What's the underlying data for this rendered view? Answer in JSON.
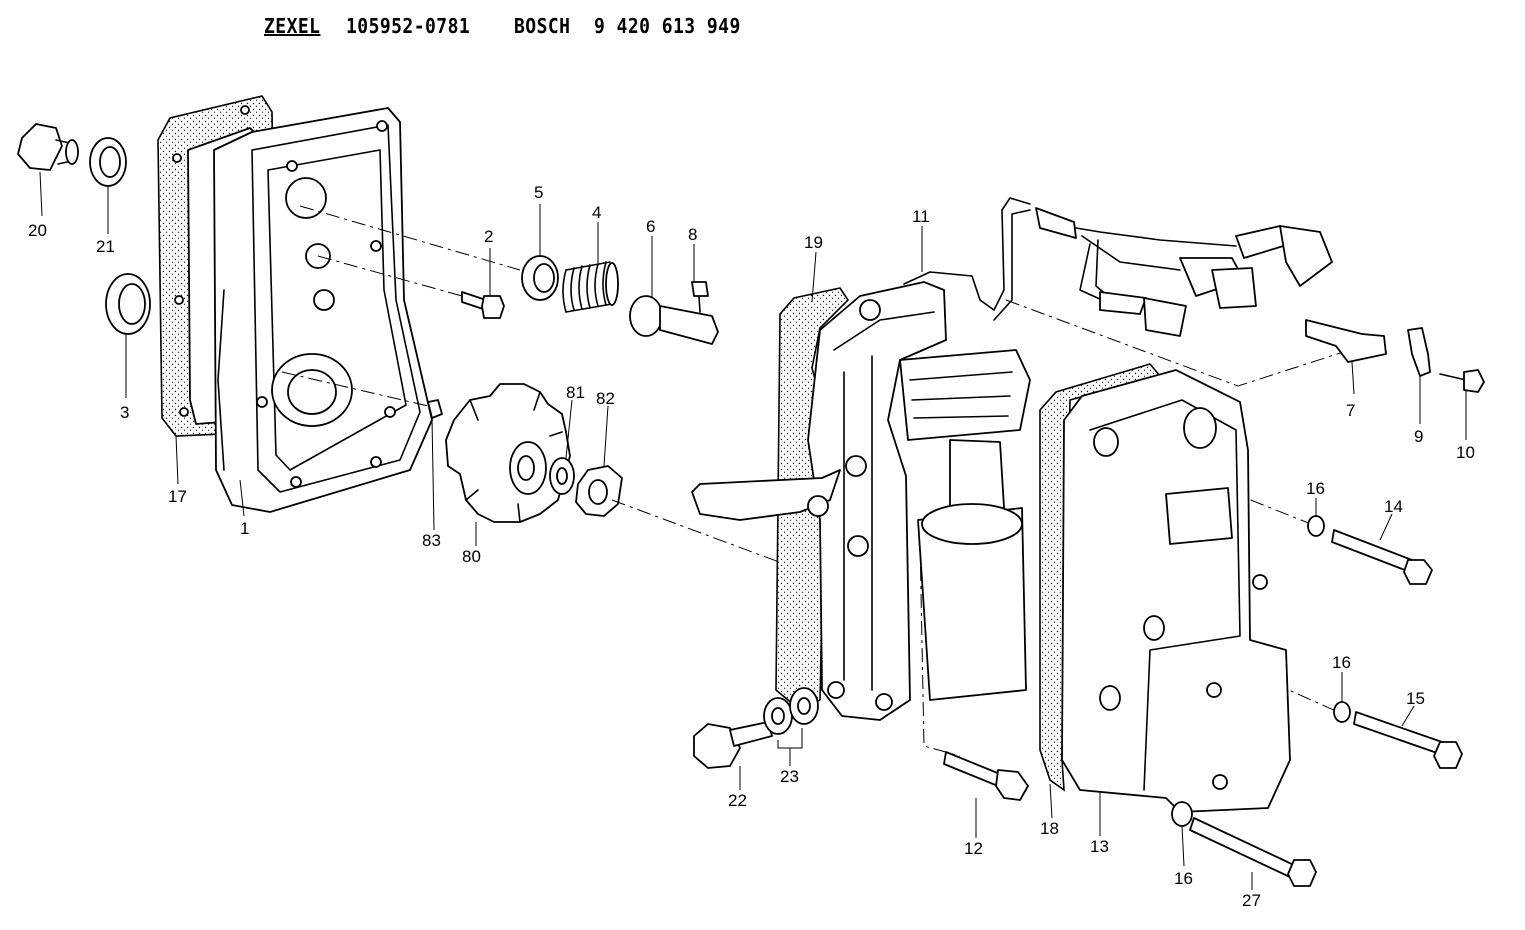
{
  "header": {
    "brand1": "ZEXEL",
    "part_number_1": "105952-0781",
    "brand2": "BOSCH",
    "part_number_2": "9 420 613 949"
  },
  "callouts": {
    "c1": "1",
    "c2": "2",
    "c3": "3",
    "c4": "4",
    "c5": "5",
    "c6": "6",
    "c7": "7",
    "c8": "8",
    "c9": "9",
    "c10": "10",
    "c11": "11",
    "c12": "12",
    "c13": "13",
    "c14": "14",
    "c15": "15",
    "c16a": "16",
    "c16b": "16",
    "c16c": "16",
    "c17": "17",
    "c18": "18",
    "c19": "19",
    "c20": "20",
    "c21": "21",
    "c22": "22",
    "c23": "23",
    "c27": "27",
    "c80": "80",
    "c81": "81",
    "c82": "82",
    "c83": "83"
  }
}
